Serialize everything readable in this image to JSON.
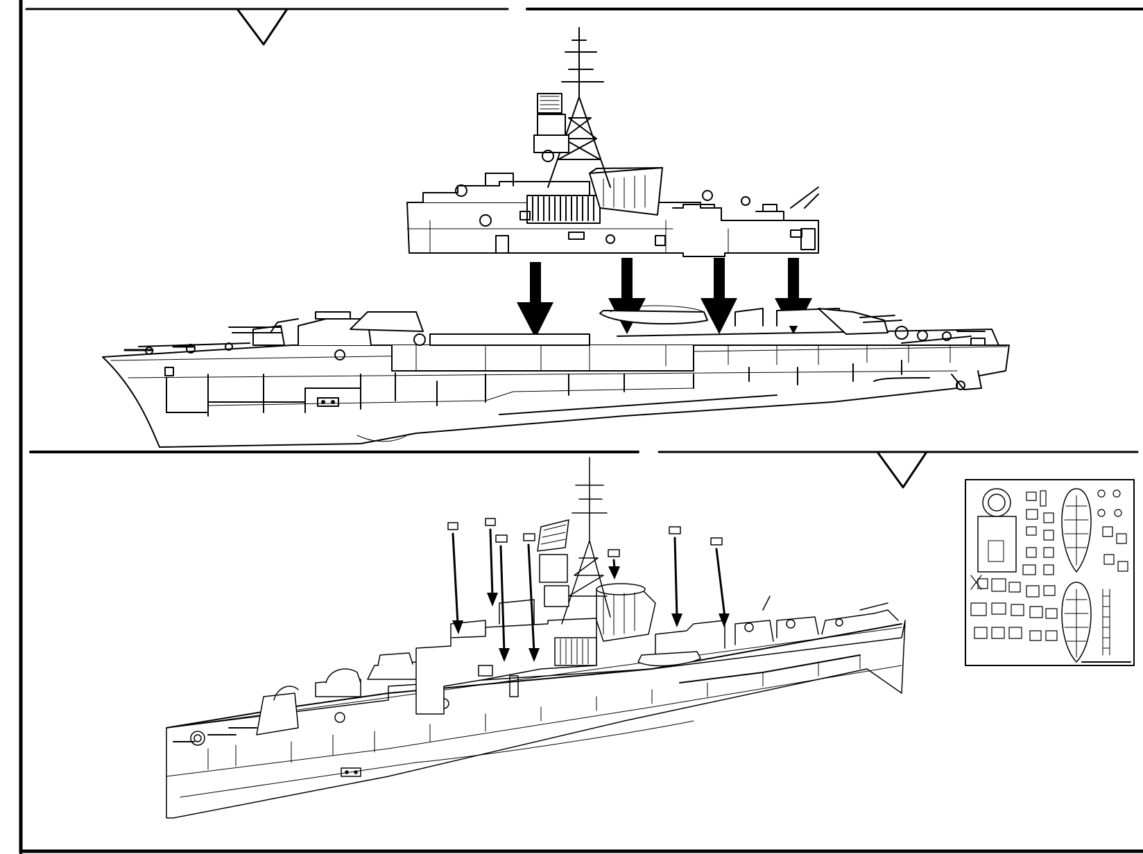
{
  "page": {
    "kind": "model-kit-assembly-instructions",
    "background": "#ffffff",
    "line_color": "#000000"
  },
  "step_top": {
    "callout_marker": "triangle-down-icon",
    "parts": [
      "superstructure-assembly",
      "hull-assembly"
    ],
    "placement_arrow_count": 4
  },
  "step_bottom": {
    "callout_marker": "triangle-down-icon",
    "parts": [
      "finished-ship-perspective",
      "photo-etch-fret"
    ],
    "placement_arrow_count": 7
  }
}
